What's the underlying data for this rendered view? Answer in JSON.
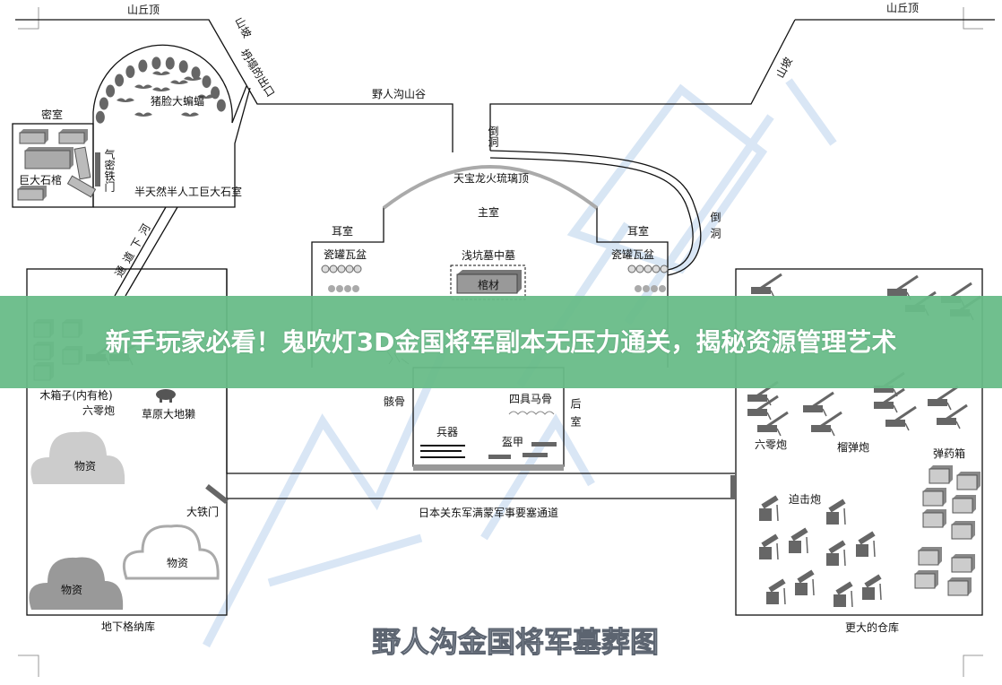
{
  "map": {
    "title": "野人沟金国将军墓葬图",
    "labels": {
      "hilltop_left": "山丘顶",
      "hilltop_right": "山丘顶",
      "slope_left": "山坡",
      "slope_right": "山坡",
      "collapsed_exit": "坍塌的出口",
      "valley": "野人沟山谷",
      "inverted_cave_1": "倒洞",
      "inverted_cave_2": "倒洞",
      "bats": "猪脸大蝙蝠",
      "secret_room": "密室",
      "airtight_door": "气密铁门",
      "stone_coffin": "巨大石棺",
      "stone_chamber": "半天然半人工巨大石室",
      "river_passage": "通道下河",
      "glazed_roof": "天宝龙火琉璃顶",
      "main_chamber": "主室",
      "ear_room_left": "耳室",
      "ear_room_right": "耳室",
      "pottery_left": "瓷罐瓦盆",
      "pottery_right": "瓷罐瓦盆",
      "tomb_in_tomb": "浅坑墓中墓",
      "coffin": "棺材",
      "skeletons": "骸骨",
      "mortar60_left": "六零炮",
      "mortar60_right": "六零炮",
      "wood_crates": "木箱子(内有枪)",
      "ground_sloth": "草原大地獭",
      "horse_bones": "四具马骨",
      "rear_chamber": "后室",
      "weapons": "兵器",
      "armor": "盔甲",
      "supplies_1": "物资",
      "supplies_2": "物资",
      "supplies_3": "物资",
      "big_iron_gate": "大铁门",
      "fortress_passage": "日本关东军满蒙军事要塞通道",
      "howitzer": "榴弹炮",
      "ammo_box": "弹药箱",
      "mortar": "迫击炮",
      "underground_hangar": "地下格纳库",
      "bigger_warehouse": "更大的仓库"
    }
  },
  "banner": {
    "headline": "新手玩家必看！鬼吹灯3D金国将军副本无压力通关，揭秘资源管理艺术",
    "color": "#6cbf8c"
  },
  "colors": {
    "wall": "#111111",
    "icon_gray": "#666666",
    "roof_gray": "#aaaaaa",
    "watermark": "#c9dcf0"
  }
}
